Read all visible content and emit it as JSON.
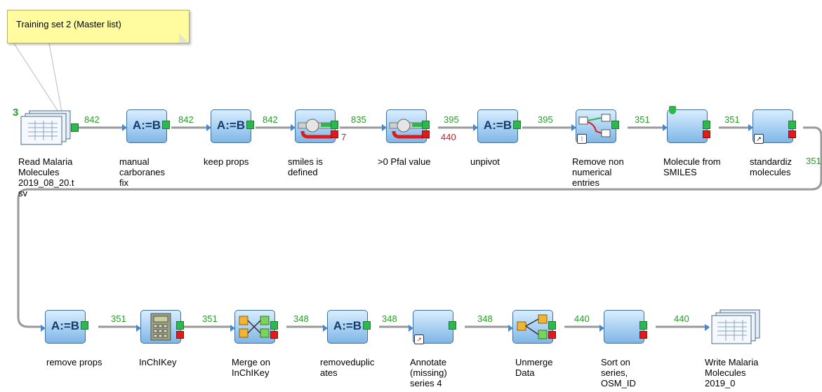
{
  "note": {
    "text": "Training set 2 (Master list)"
  },
  "reader_count": "3",
  "nodes": [
    {
      "name": "read-malaria-molecules-node",
      "label": "Read Malaria\nMolecules\n2019_08_20.t\nsv",
      "icon": "document-stack-icon"
    },
    {
      "name": "manual-carboranes-fix-node",
      "label": "manual\ncarboranes\nfix",
      "icon": "assign-icon",
      "glyph": "A:=B"
    },
    {
      "name": "keep-props-node",
      "label": "keep props",
      "icon": "assign-icon",
      "glyph": "A:=B"
    },
    {
      "name": "smiles-is-defined-node",
      "label": "smiles is\ndefined",
      "icon": "filter-pipe-icon"
    },
    {
      "name": "pfal-value-node",
      "label": ">0 Pfal value",
      "icon": "filter-pipe-icon"
    },
    {
      "name": "unpivot-node",
      "label": "unpivot",
      "icon": "assign-icon",
      "glyph": "A:=B"
    },
    {
      "name": "remove-non-numerical-node",
      "label": "Remove non\nnumerical\nentries",
      "icon": "switch-icon"
    },
    {
      "name": "molecule-from-smiles-node",
      "label": "Molecule from\nSMILES",
      "icon": "blank-node-icon"
    },
    {
      "name": "standardize-molecules-node",
      "label": "standardiz\nmolecules",
      "icon": "blank-node-icon"
    },
    {
      "name": "remove-props-node",
      "label": "remove props",
      "icon": "assign-icon",
      "glyph": "A:=B"
    },
    {
      "name": "inchikey-node",
      "label": "InChIKey",
      "icon": "calculator-icon"
    },
    {
      "name": "merge-on-inchikey-node",
      "label": "Merge on\nInChIKey",
      "icon": "merge-cubes-icon"
    },
    {
      "name": "removeduplicates-node",
      "label": "removeduplic\nates",
      "icon": "assign-icon",
      "glyph": "A:=B"
    },
    {
      "name": "annotate-missing-series-node",
      "label": "Annotate\n(missing)\nseries 4",
      "icon": "blank-node-icon"
    },
    {
      "name": "unmerge-data-node",
      "label": "Unmerge\nData",
      "icon": "merge-cubes-icon"
    },
    {
      "name": "sort-on-series-node",
      "label": "Sort on\nseries,\nOSM_ID",
      "icon": "blank-node-icon"
    },
    {
      "name": "write-malaria-molecules-node",
      "label": "Write Malaria\nMolecules\n2019_0",
      "icon": "document-stack-icon"
    }
  ],
  "edges": [
    {
      "name": "edge-count-1",
      "count": "842"
    },
    {
      "name": "edge-count-2",
      "count": "842"
    },
    {
      "name": "edge-count-3",
      "count": "842"
    },
    {
      "name": "edge-count-4",
      "count": "835"
    },
    {
      "name": "edge-count-4-fail",
      "count": "7"
    },
    {
      "name": "edge-count-5",
      "count": "395"
    },
    {
      "name": "edge-count-5-fail",
      "count": "440"
    },
    {
      "name": "edge-count-6",
      "count": "395"
    },
    {
      "name": "edge-count-7",
      "count": "351"
    },
    {
      "name": "edge-count-8",
      "count": "351"
    },
    {
      "name": "edge-count-9",
      "count": "351"
    },
    {
      "name": "edge-count-10",
      "count": "351"
    },
    {
      "name": "edge-count-11",
      "count": "351"
    },
    {
      "name": "edge-count-12",
      "count": "348"
    },
    {
      "name": "edge-count-13",
      "count": "348"
    },
    {
      "name": "edge-count-14",
      "count": "348"
    },
    {
      "name": "edge-count-15",
      "count": "440"
    },
    {
      "name": "edge-count-16",
      "count": "440"
    }
  ],
  "colors": {
    "accent": "#2db84b",
    "error": "#e01b1b",
    "node": "#7fb6e6"
  }
}
